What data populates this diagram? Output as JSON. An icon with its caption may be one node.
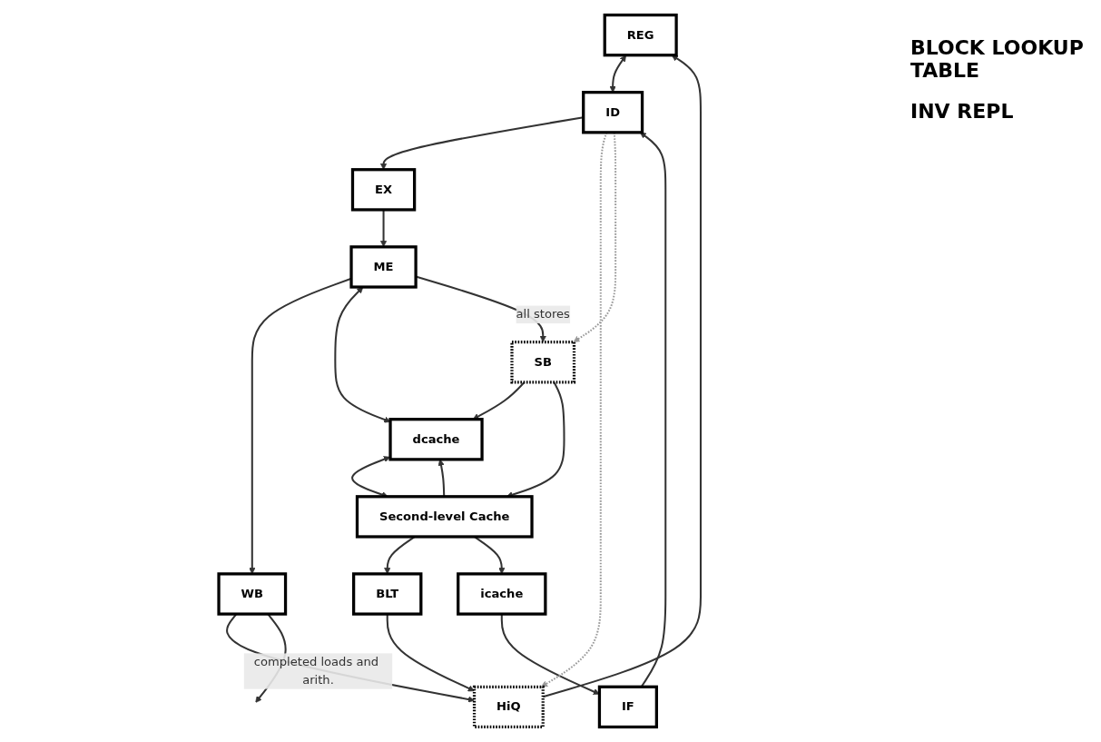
{
  "diagram": {
    "nodes": [
      {
        "text": [
          "REG"
        ]
      },
      {
        "text": [
          "HiQ"
        ]
      },
      {
        "text": [
          "BLT"
        ]
      },
      {
        "text": [
          "IF"
        ]
      },
      {
        "text": [
          "ID"
        ]
      },
      {
        "text": [
          "EX"
        ]
      },
      {
        "text": [
          "ME"
        ]
      },
      {
        "text": [
          "WB"
        ]
      },
      {
        "text": [
          "icache"
        ]
      },
      {
        "text": [
          "SB"
        ]
      },
      {
        "text": [
          "dcache"
        ]
      },
      {
        "text": [
          "Second-level Cache"
        ]
      }
    ],
    "edges": [
      {
        "from": 1,
        "to": 0,
        "arrow": "to"
      },
      {
        "from": 2,
        "to": 1,
        "arrow": "to"
      },
      {
        "from": 7,
        "to": 1,
        "arrow": "to",
        "label": "completed loads and arith."
      },
      {
        "from": 7,
        "to": null,
        "arrow": "to"
      },
      {
        "from": 0,
        "to": 4,
        "arrow": "both"
      },
      {
        "from": 3,
        "to": 4,
        "arrow": "to"
      },
      {
        "from": 4,
        "to": 5,
        "arrow": "to"
      },
      {
        "from": 5,
        "to": 6,
        "arrow": "to"
      },
      {
        "from": 6,
        "to": 7,
        "arrow": "to"
      },
      {
        "from": 8,
        "to": 3,
        "arrow": "to"
      },
      {
        "from": 4,
        "to": 1,
        "arrow": "to",
        "style": "dashed",
        "color": "#999999"
      },
      {
        "from": 4,
        "to": 9,
        "arrow": "to",
        "style": "dashed",
        "color": "#999999"
      },
      {
        "from": 6,
        "to": 10,
        "arrow": "both"
      },
      {
        "from": 6,
        "to": 9,
        "arrow": "to",
        "label": "all stores"
      },
      {
        "from": 9,
        "to": 10,
        "arrow": "to"
      },
      {
        "from": 9,
        "to": 11,
        "arrow": "to"
      },
      {
        "from": 10,
        "to": 11,
        "arrow": "both"
      },
      {
        "from": 11,
        "to": 10,
        "arrow": "to"
      },
      {
        "from": 11,
        "to": 2,
        "arrow": "to"
      },
      {
        "from": 11,
        "to": 8,
        "arrow": "to"
      }
    ],
    "labels": [
      "BLOCK LOOKUP TABLE",
      "INV REPL"
    ]
  }
}
